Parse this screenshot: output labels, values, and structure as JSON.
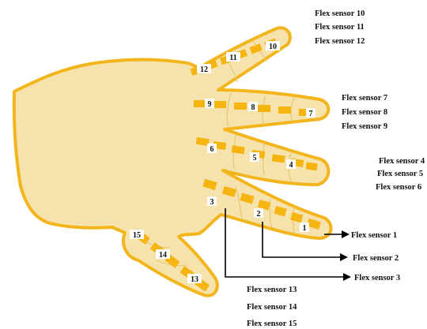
{
  "sensor_numbers": [
    "1",
    "2",
    "3",
    "4",
    "5",
    "6",
    "7",
    "8",
    "9",
    "10",
    "11",
    "12",
    "13",
    "14",
    "15"
  ],
  "groups": {
    "pinky": [
      "Flex sensor 10",
      "Flex sensor 11",
      "Flex sensor 12"
    ],
    "ring": [
      "Flex sensor 7",
      "Flex sensor 8",
      "Flex sensor 9"
    ],
    "middle": [
      "Flex sensor 4",
      "Flex sensor 5",
      "Flex sensor 6"
    ],
    "index": [
      "Flex sensor 1",
      "Flex sensor 2",
      "Flex sensor 3"
    ],
    "thumb": [
      "Flex sensor 13",
      "Flex sensor 14",
      "Flex sensor 15"
    ]
  },
  "colors": {
    "skin": "#f6e2ad",
    "outline": "#f2b51c",
    "sensor": "#f5b40f",
    "arrow": "#000000"
  }
}
